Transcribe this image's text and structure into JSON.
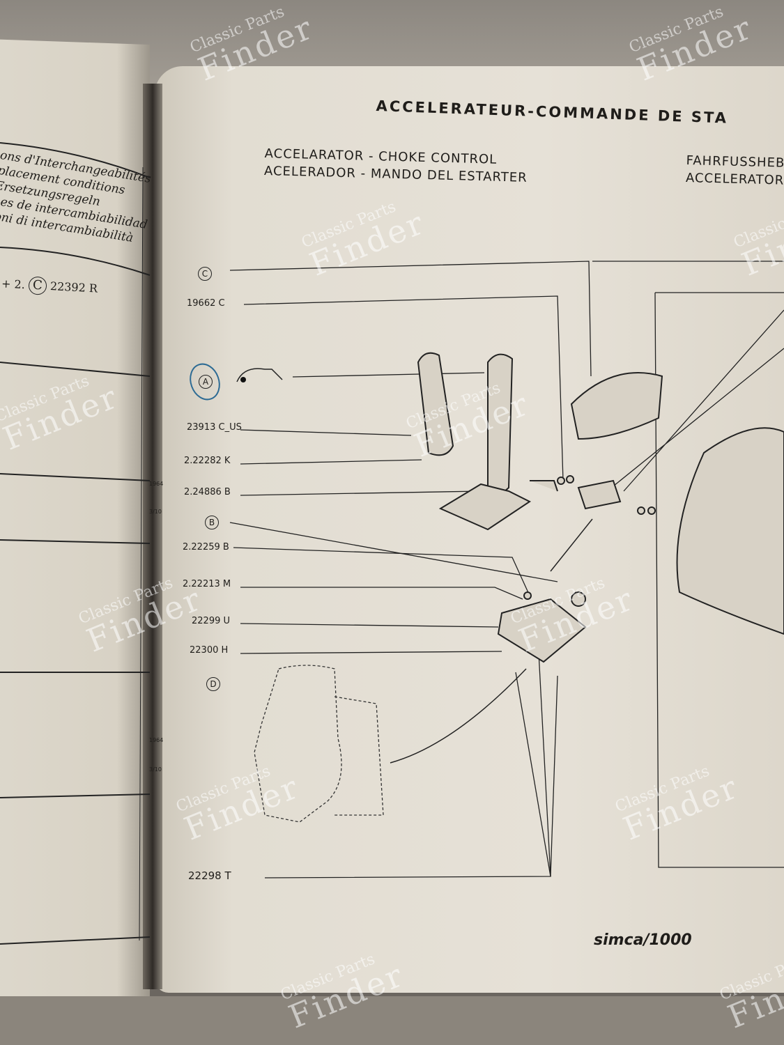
{
  "left_page": {
    "interchangeability_lines": [
      "ons d'Interchangeabilités",
      "placement conditions",
      "Ersetzungsregeln",
      "nes de intercambiabilidad",
      "ioni di intercambiabilità"
    ],
    "entry": {
      "prefix": "+ 2.",
      "marker": "C",
      "ref": "22392 R"
    },
    "margin_notes": [
      "1964",
      "3/10",
      "1964",
      "3/10"
    ]
  },
  "right_page": {
    "title": "ACCELERATEUR-COMMANDE DE STA",
    "subtitles_left": [
      "ACCELARATOR - CHOKE CONTROL",
      "ACELERADOR - MANDO DEL ESTARTER"
    ],
    "subtitles_right": [
      "FAHRFUSSHEBE",
      "ACCELERATOR"
    ],
    "labels": [
      {
        "text": "C",
        "circled": true
      },
      {
        "text": "19662  C"
      },
      {
        "text": "A",
        "circled": true
      },
      {
        "text": "23913 C_US"
      },
      {
        "text": "2.22282  K"
      },
      {
        "text": "2.24886  B"
      },
      {
        "text": "B",
        "circled": true
      },
      {
        "text": "2.22259  B"
      },
      {
        "text": "2.22213  M"
      },
      {
        "text": "22299  U"
      },
      {
        "text": "22300  H"
      },
      {
        "text": "D",
        "circled": true
      },
      {
        "text": "22298  T"
      }
    ],
    "brand": "simca/1000"
  },
  "watermark": {
    "line1": "Classic Parts",
    "line2": "Finder"
  }
}
